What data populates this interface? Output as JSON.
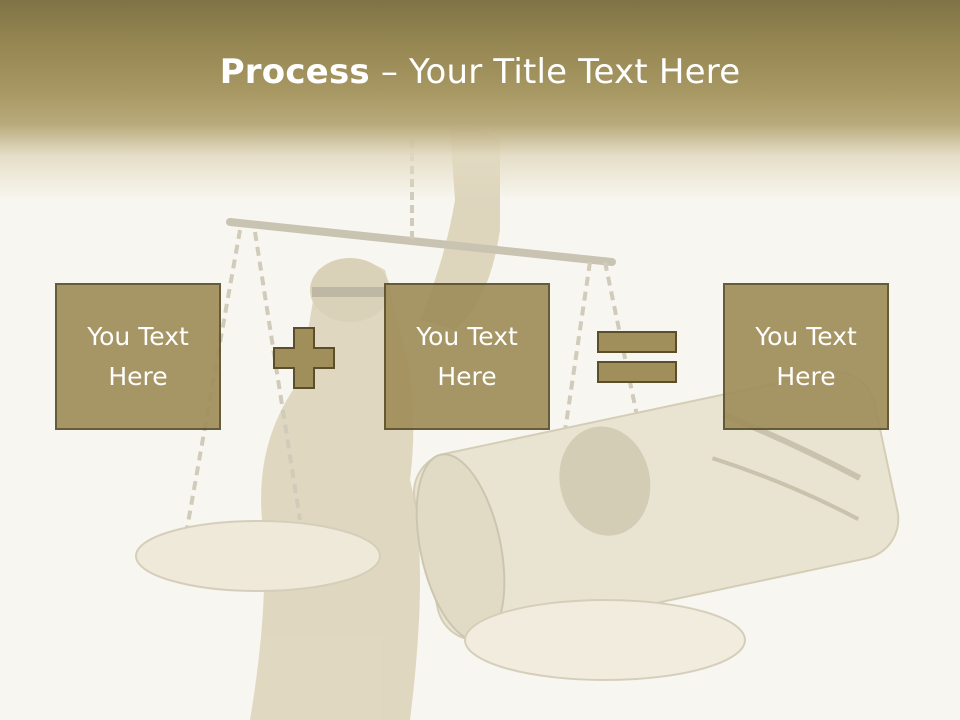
{
  "slide": {
    "title_bold": "Process",
    "title_rest": " – Your Title Text Here",
    "boxes": [
      {
        "text": "You Text Here"
      },
      {
        "text": "You Text Here"
      },
      {
        "text": "You Text Here"
      }
    ],
    "operators": [
      "plus-icon",
      "equals-icon"
    ],
    "background_image": "scales-of-justice-with-dollar-roll",
    "colors": {
      "header_band": "#948551",
      "box_fill": "#a08e5b",
      "box_border": "#5a4f2a",
      "text": "#ffffff",
      "background": "#f8f6f0"
    }
  }
}
